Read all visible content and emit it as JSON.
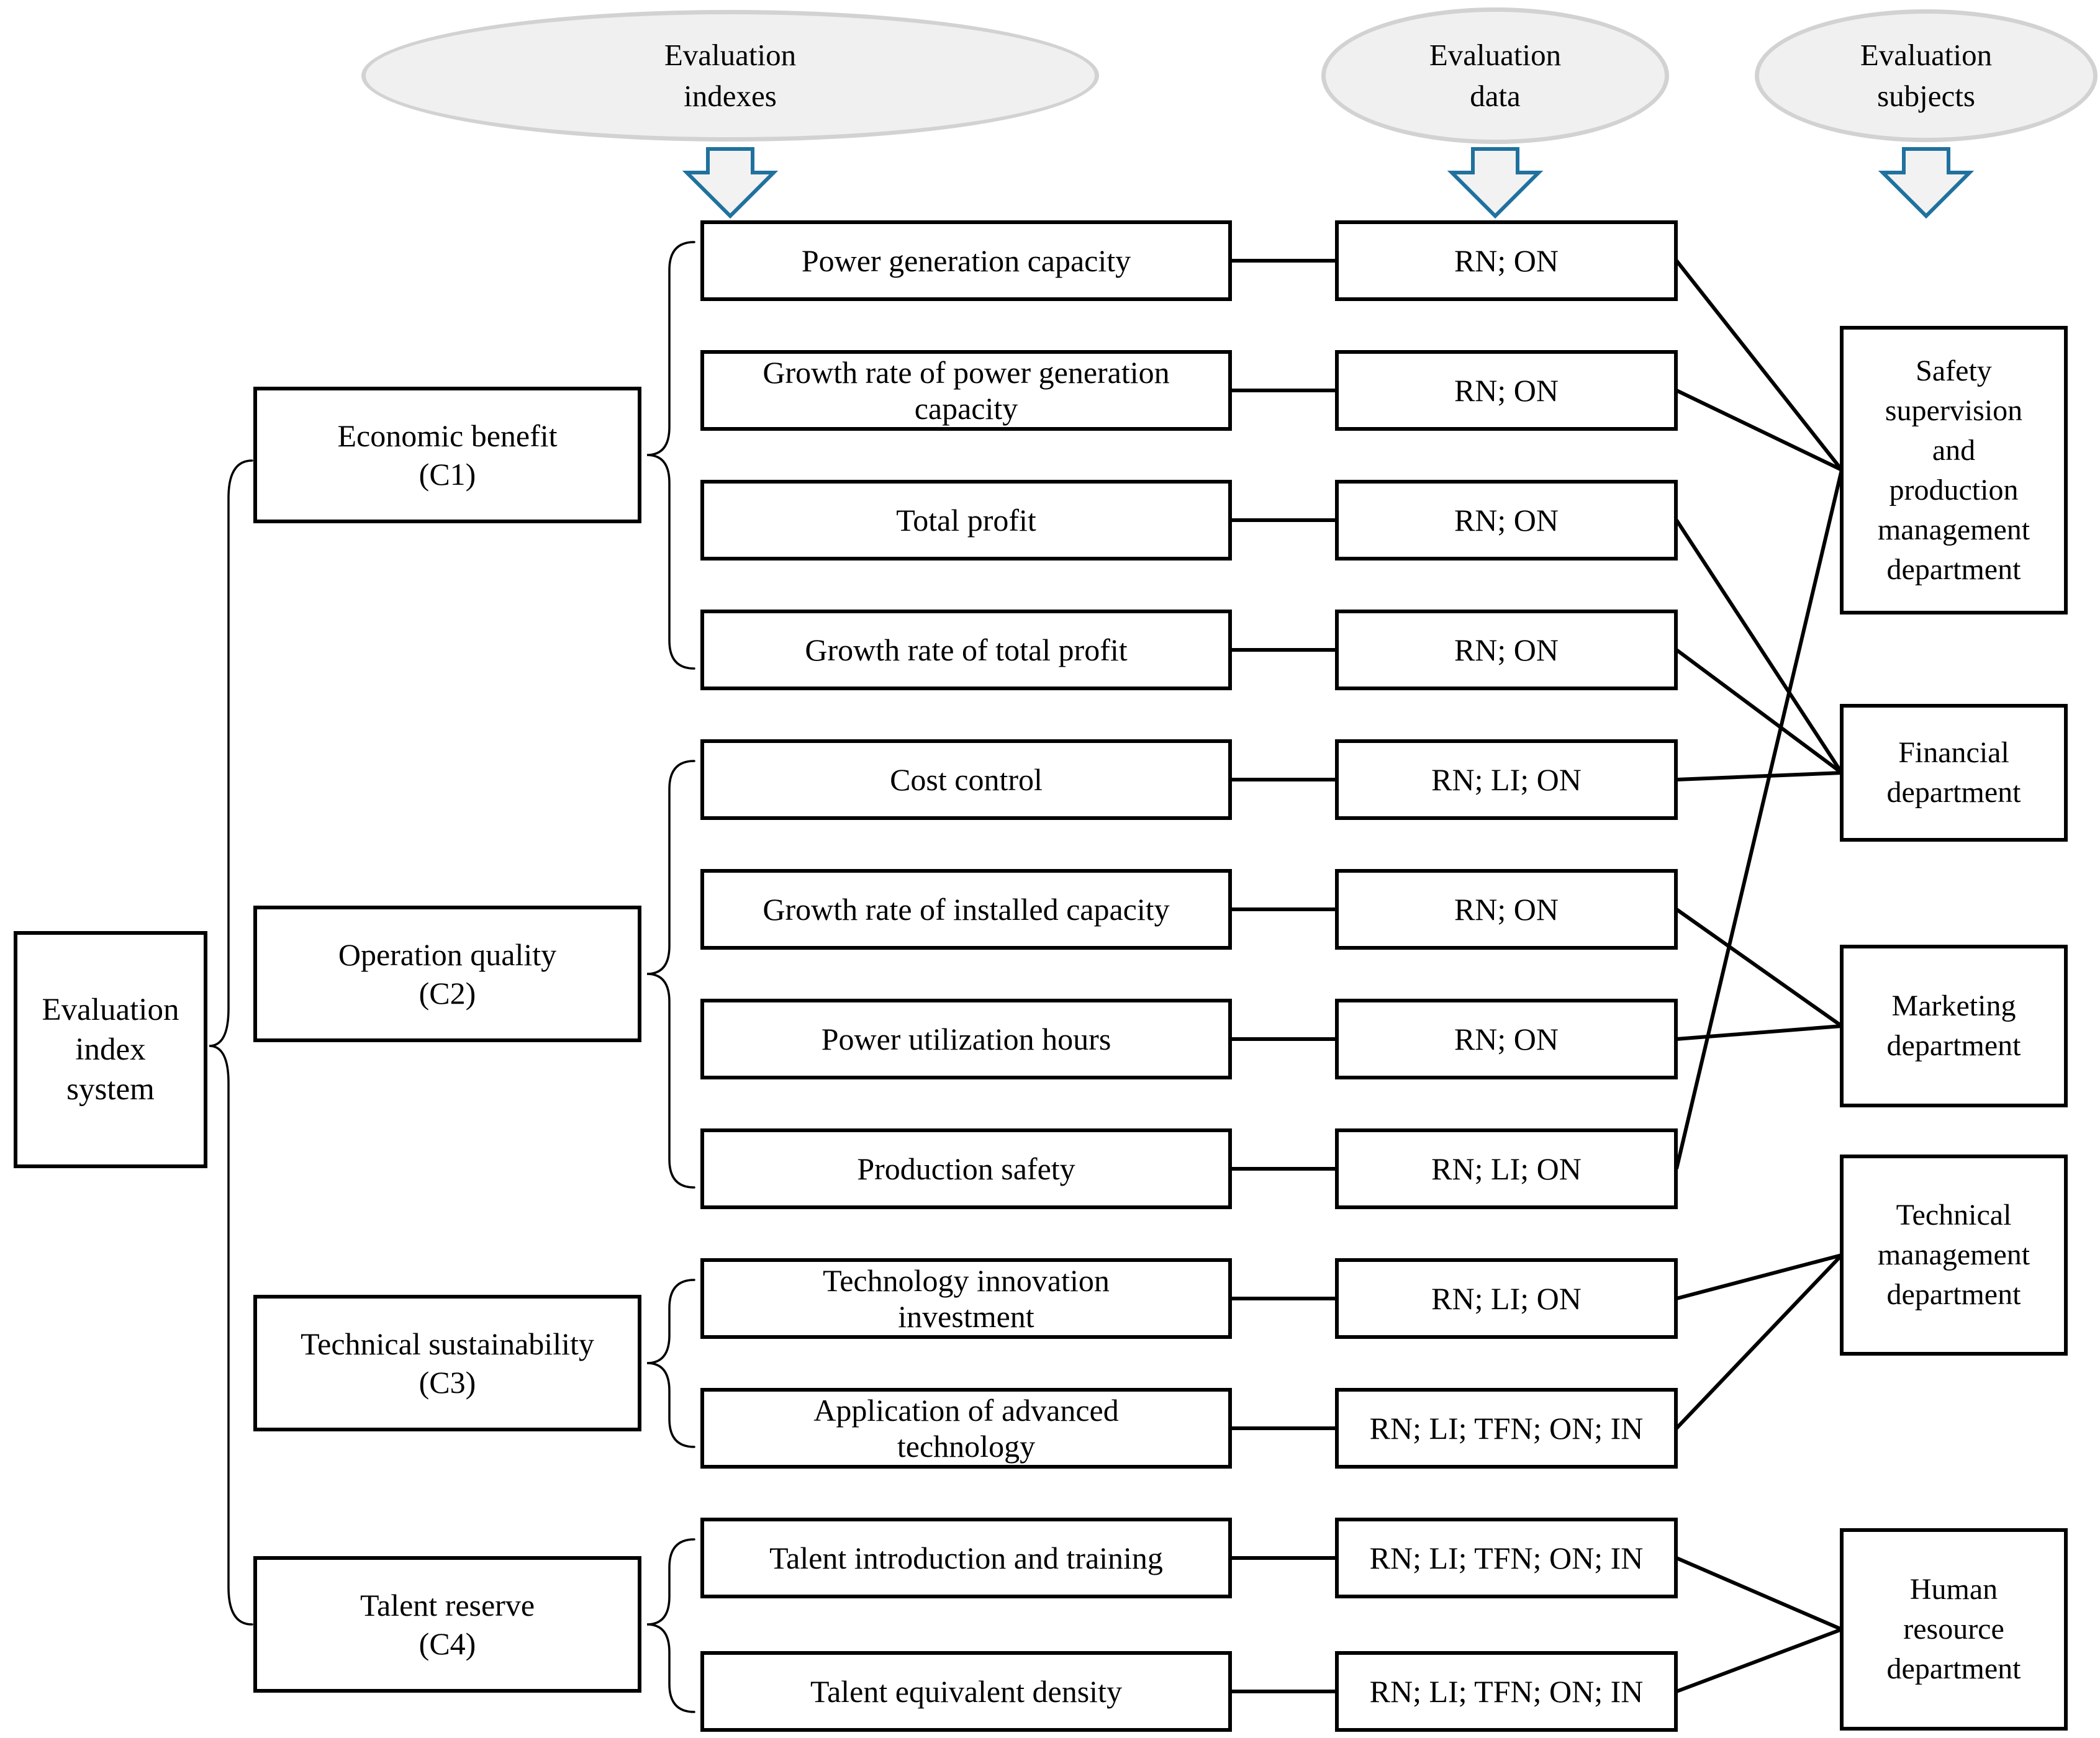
{
  "header": {
    "ellipses": [
      {
        "id": "evaluation-indexes",
        "lines": [
          "Evaluation",
          "indexes"
        ]
      },
      {
        "id": "evaluation-data",
        "lines": [
          "Evaluation",
          "data"
        ]
      },
      {
        "id": "evaluation-subjects",
        "lines": [
          "Evaluation",
          "subjects"
        ]
      }
    ]
  },
  "root": {
    "lines": [
      "Evaluation",
      "index",
      "system"
    ]
  },
  "categories": [
    {
      "name": "Economic benefit",
      "code": "(C1)",
      "rows": [
        1,
        2,
        3,
        4
      ]
    },
    {
      "name": "Operation quality",
      "code": "(C2)",
      "rows": [
        5,
        6,
        7,
        8
      ]
    },
    {
      "name": "Technical sustainability",
      "code": "(C3)",
      "rows": [
        9,
        10
      ]
    },
    {
      "name": "Talent reserve",
      "code": "(C4)",
      "rows": [
        11,
        12
      ]
    }
  ],
  "indexes": [
    {
      "lines": [
        "Power generation capacity"
      ],
      "data": "RN; ON"
    },
    {
      "lines": [
        "Growth rate of power generation",
        "capacity"
      ],
      "data": "RN; ON"
    },
    {
      "lines": [
        "Total profit"
      ],
      "data": "RN; ON"
    },
    {
      "lines": [
        "Growth rate of total profit"
      ],
      "data": "RN; ON"
    },
    {
      "lines": [
        "Cost control"
      ],
      "data": "RN; LI; ON"
    },
    {
      "lines": [
        "Growth rate of installed capacity"
      ],
      "data": "RN; ON"
    },
    {
      "lines": [
        "Power utilization hours"
      ],
      "data": "RN; ON"
    },
    {
      "lines": [
        "Production safety"
      ],
      "data": "RN; LI; ON"
    },
    {
      "lines": [
        "Technology innovation",
        "investment"
      ],
      "data": "RN; LI; ON"
    },
    {
      "lines": [
        "Application of advanced",
        "technology"
      ],
      "data": "RN; LI; TFN; ON; IN"
    },
    {
      "lines": [
        "Talent introduction and training"
      ],
      "data": "RN; LI; TFN; ON; IN"
    },
    {
      "lines": [
        "Talent equivalent density"
      ],
      "data": "RN; LI; TFN; ON; IN"
    }
  ],
  "subjects": [
    {
      "lines": [
        "Safety",
        "supervision",
        "and",
        "production",
        "management",
        "department"
      ],
      "source_rows": [
        1,
        2,
        8
      ]
    },
    {
      "lines": [
        "Financial",
        "department"
      ],
      "source_rows": [
        3,
        4,
        5
      ]
    },
    {
      "lines": [
        "Marketing",
        "department"
      ],
      "source_rows": [
        6,
        7
      ]
    },
    {
      "lines": [
        "Technical",
        "management",
        "department"
      ],
      "source_rows": [
        9,
        10
      ]
    },
    {
      "lines": [
        "Human",
        "resource",
        "department"
      ],
      "source_rows": [
        11,
        12
      ]
    }
  ],
  "colors": {
    "line": "#000000",
    "arrow_fill": "#f2f2f2",
    "arrow_stroke": "#20719e",
    "ellipse_fill": "#f0f0f0",
    "ellipse_stroke": "#d2d2d2"
  }
}
